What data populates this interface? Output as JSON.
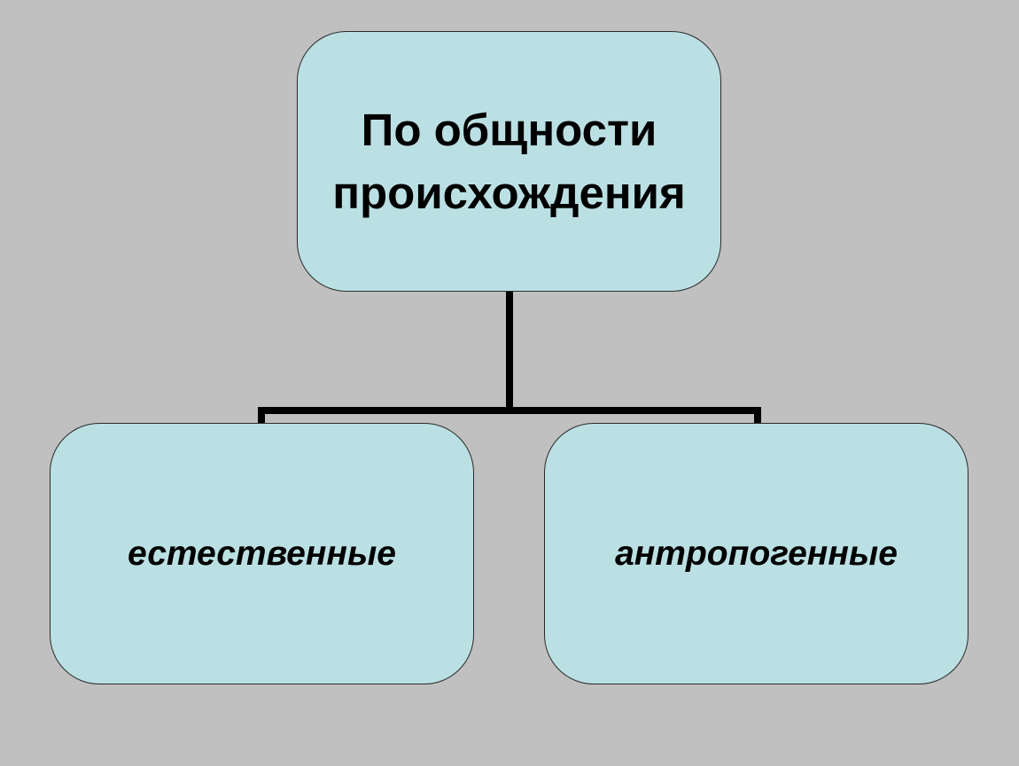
{
  "diagram": {
    "root": {
      "lines": [
        "По общности",
        "происхождения"
      ]
    },
    "children": [
      {
        "label": "естественные"
      },
      {
        "label": "антропогенные"
      }
    ]
  },
  "colors": {
    "background": "#c0c0c0",
    "box_fill": "#bbe0e3",
    "box_border": "#2a2a2a",
    "connector": "#000000"
  }
}
